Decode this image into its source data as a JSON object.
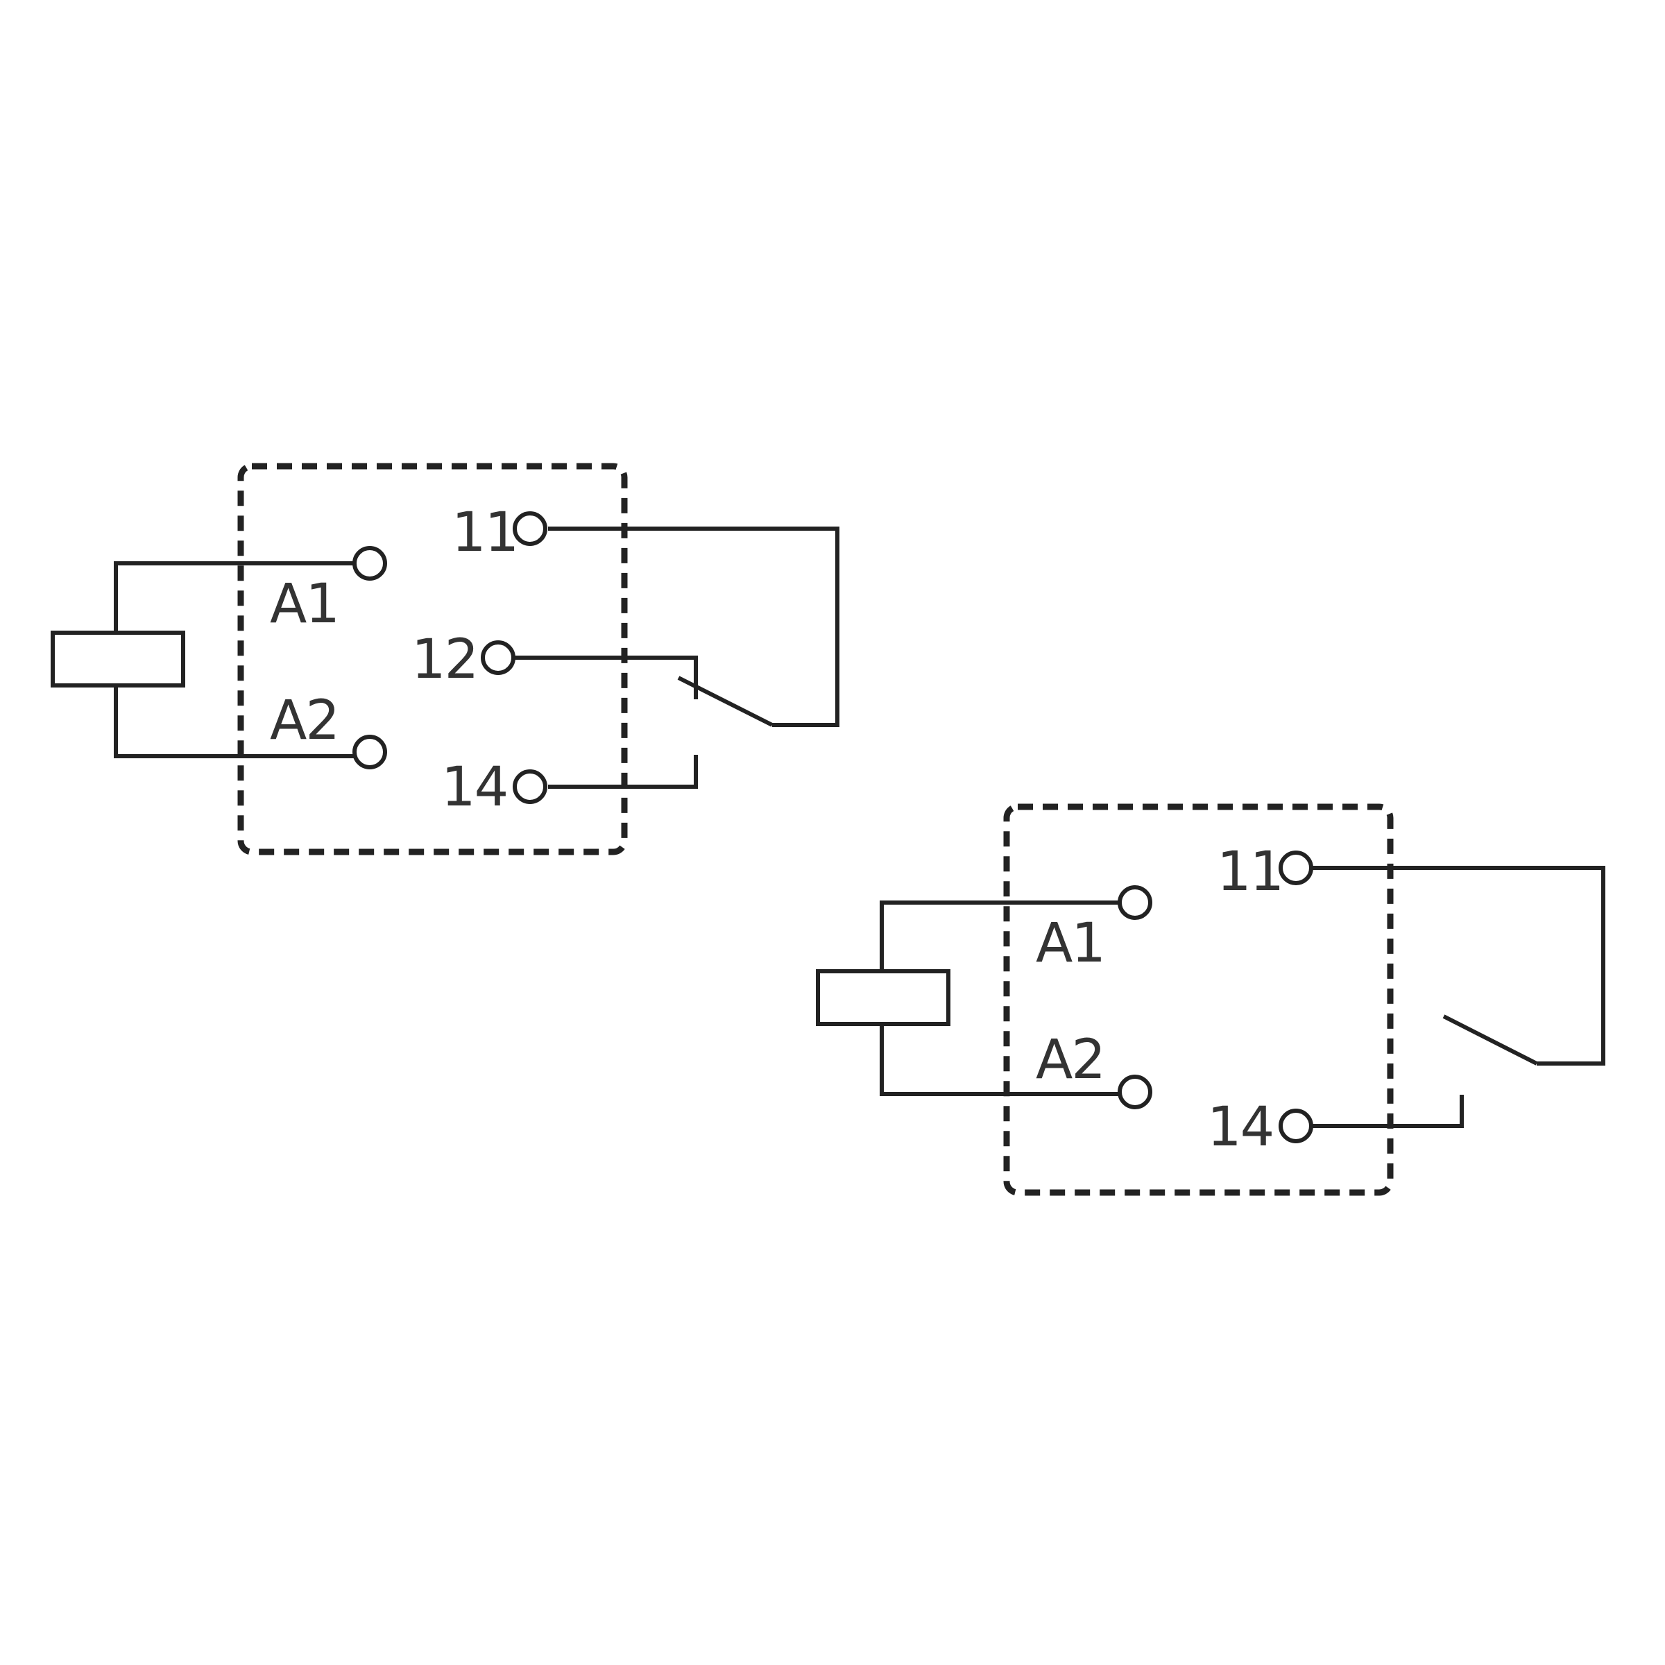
{
  "relays": [
    {
      "type": "changeover",
      "labels": {
        "a1": "A1",
        "a2": "A2",
        "t11": "11",
        "t12": "12",
        "t14": "14"
      }
    },
    {
      "type": "normally-open",
      "labels": {
        "a1": "A1",
        "a2": "A2",
        "t11": "11",
        "t14": "14"
      }
    }
  ],
  "colors": {
    "stroke": "#222222",
    "text": "#333333",
    "background": "#ffffff"
  }
}
